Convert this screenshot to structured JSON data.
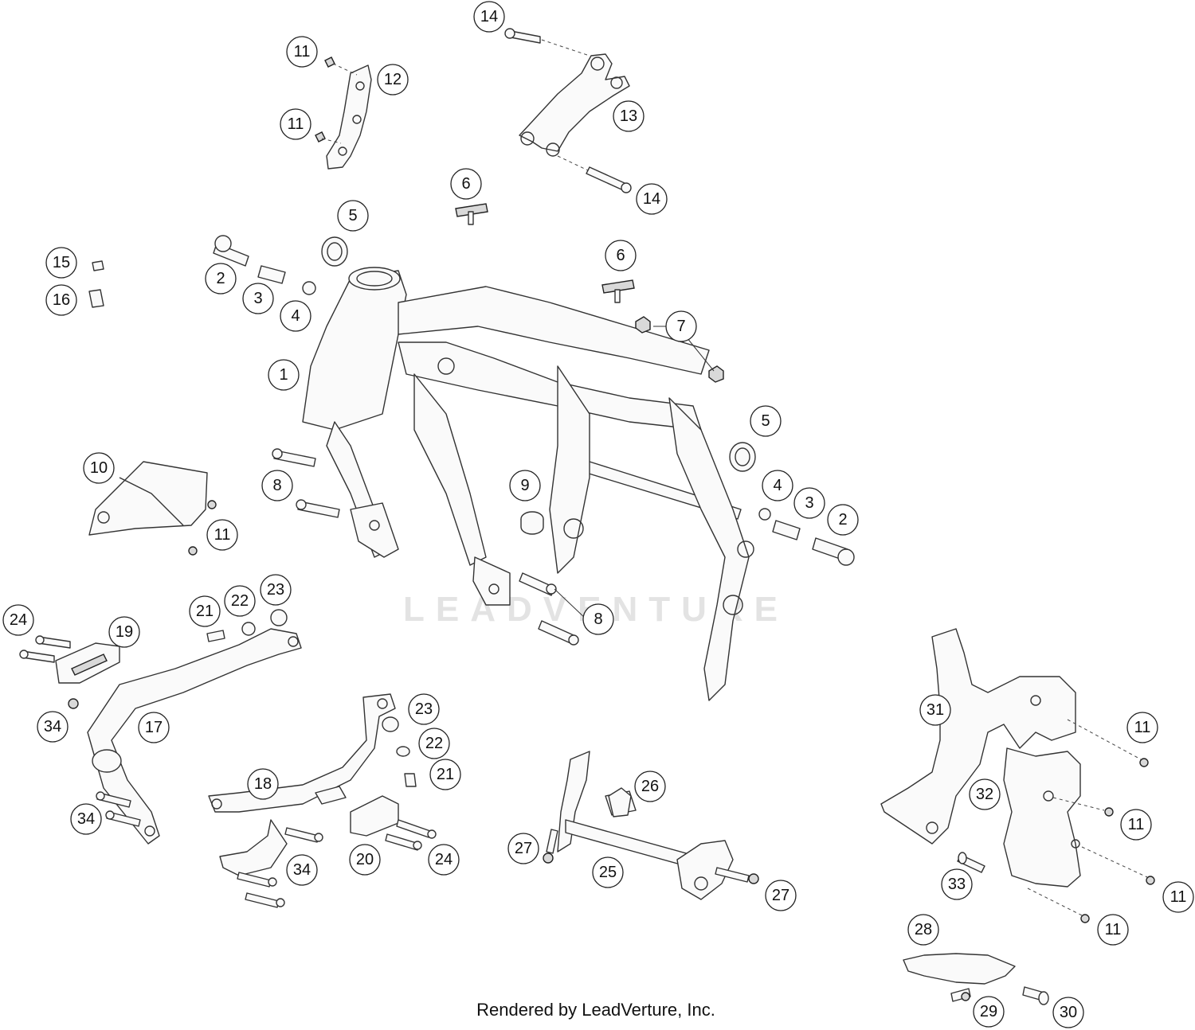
{
  "watermark": "LEADVENTURE",
  "footer": "Rendered by LeadVerture, Inc.",
  "callouts": [
    {
      "id": "c14a",
      "label": "14"
    },
    {
      "id": "c11a",
      "label": "11"
    },
    {
      "id": "c12",
      "label": "12"
    },
    {
      "id": "c13",
      "label": "13"
    },
    {
      "id": "c11b",
      "label": "11"
    },
    {
      "id": "c14b",
      "label": "14"
    },
    {
      "id": "c6a",
      "label": "6"
    },
    {
      "id": "c5a",
      "label": "5"
    },
    {
      "id": "c15",
      "label": "15"
    },
    {
      "id": "c16",
      "label": "16"
    },
    {
      "id": "c2a",
      "label": "2"
    },
    {
      "id": "c3a",
      "label": "3"
    },
    {
      "id": "c4a",
      "label": "4"
    },
    {
      "id": "c6b",
      "label": "6"
    },
    {
      "id": "c7",
      "label": "7"
    },
    {
      "id": "c1",
      "label": "1"
    },
    {
      "id": "c5b",
      "label": "5"
    },
    {
      "id": "c10",
      "label": "10"
    },
    {
      "id": "c8a",
      "label": "8"
    },
    {
      "id": "c9",
      "label": "9"
    },
    {
      "id": "c4b",
      "label": "4"
    },
    {
      "id": "c3b",
      "label": "3"
    },
    {
      "id": "c2b",
      "label": "2"
    },
    {
      "id": "c11c",
      "label": "11"
    },
    {
      "id": "c23a",
      "label": "23"
    },
    {
      "id": "c22a",
      "label": "22"
    },
    {
      "id": "c21a",
      "label": "21"
    },
    {
      "id": "c24a",
      "label": "24"
    },
    {
      "id": "c19",
      "label": "19"
    },
    {
      "id": "c8b",
      "label": "8"
    },
    {
      "id": "c34a",
      "label": "34"
    },
    {
      "id": "c17",
      "label": "17"
    },
    {
      "id": "c23b",
      "label": "23"
    },
    {
      "id": "c22b",
      "label": "22"
    },
    {
      "id": "c21b",
      "label": "21"
    },
    {
      "id": "c18",
      "label": "18"
    },
    {
      "id": "c26",
      "label": "26"
    },
    {
      "id": "c31",
      "label": "31"
    },
    {
      "id": "c11d",
      "label": "11"
    },
    {
      "id": "c32",
      "label": "32"
    },
    {
      "id": "c11e",
      "label": "11"
    },
    {
      "id": "c34b",
      "label": "34"
    },
    {
      "id": "c27a",
      "label": "27"
    },
    {
      "id": "c20",
      "label": "20"
    },
    {
      "id": "c24b",
      "label": "24"
    },
    {
      "id": "c34c",
      "label": "34"
    },
    {
      "id": "c25",
      "label": "25"
    },
    {
      "id": "c33",
      "label": "33"
    },
    {
      "id": "c11f",
      "label": "11"
    },
    {
      "id": "c27b",
      "label": "27"
    },
    {
      "id": "c11g",
      "label": "11"
    },
    {
      "id": "c28",
      "label": "28"
    },
    {
      "id": "c29",
      "label": "29"
    },
    {
      "id": "c30",
      "label": "30"
    }
  ]
}
